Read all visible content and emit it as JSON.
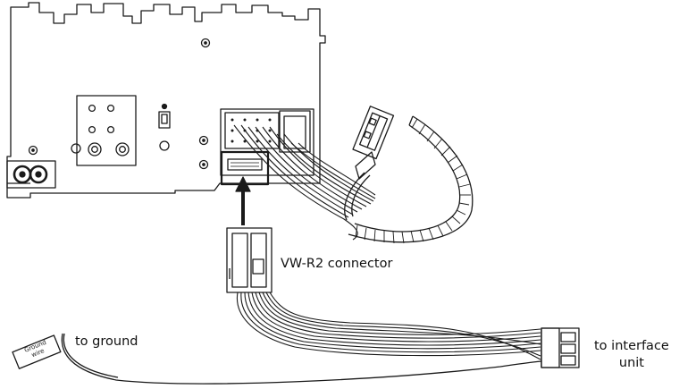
{
  "labels": {
    "connector": "VW-R2 connector",
    "ground": "to ground",
    "interface_line1": "to interface",
    "interface_line2": "unit",
    "ground_tag_line1": "Ground",
    "ground_tag_line2": "wire"
  },
  "colors": {
    "line": "#1a1a1a",
    "background": "#ffffff"
  }
}
